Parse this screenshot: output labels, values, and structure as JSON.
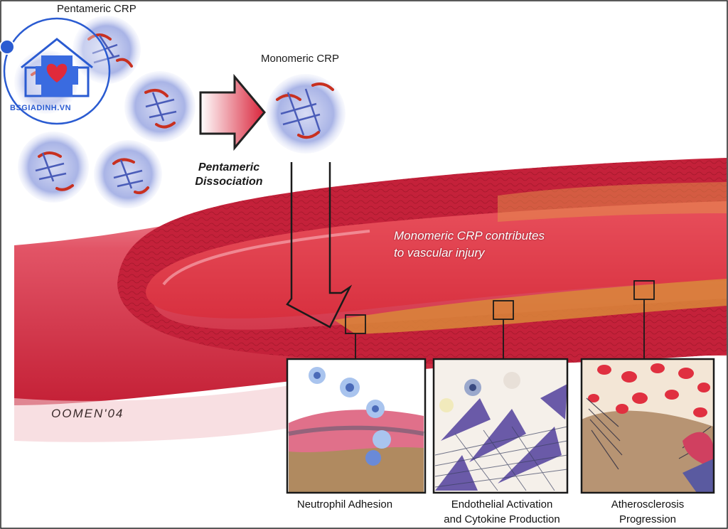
{
  "labels": {
    "pentameric": "Pentameric CRP",
    "monomeric": "Monomeric CRP",
    "dissociation_line1": "Pentameric",
    "dissociation_line2": "Dissociation",
    "injury_line1": "Monomeric CRP contributes",
    "injury_line2": "to vascular injury",
    "signature": "OOMEN'04"
  },
  "panels": [
    {
      "caption_line1": "Neutrophil Adhesion",
      "caption_line2": ""
    },
    {
      "caption_line1": "Endothelial Activation",
      "caption_line2": "and Cytokine Production"
    },
    {
      "caption_line1": "Atherosclerosis",
      "caption_line2": "Progression"
    }
  ],
  "watermark": {
    "text": "BSGIADINH.VN"
  },
  "colors": {
    "vessel_outer": "#c8243c",
    "vessel_inner": "#e04a5a",
    "vessel_light": "#f29aa6",
    "protein_blue": "#7f8fd6",
    "protein_red": "#c83020",
    "plaque": "#d9873a",
    "watermark_blue": "#2a5bd1",
    "heart_red": "#e02a3a"
  }
}
